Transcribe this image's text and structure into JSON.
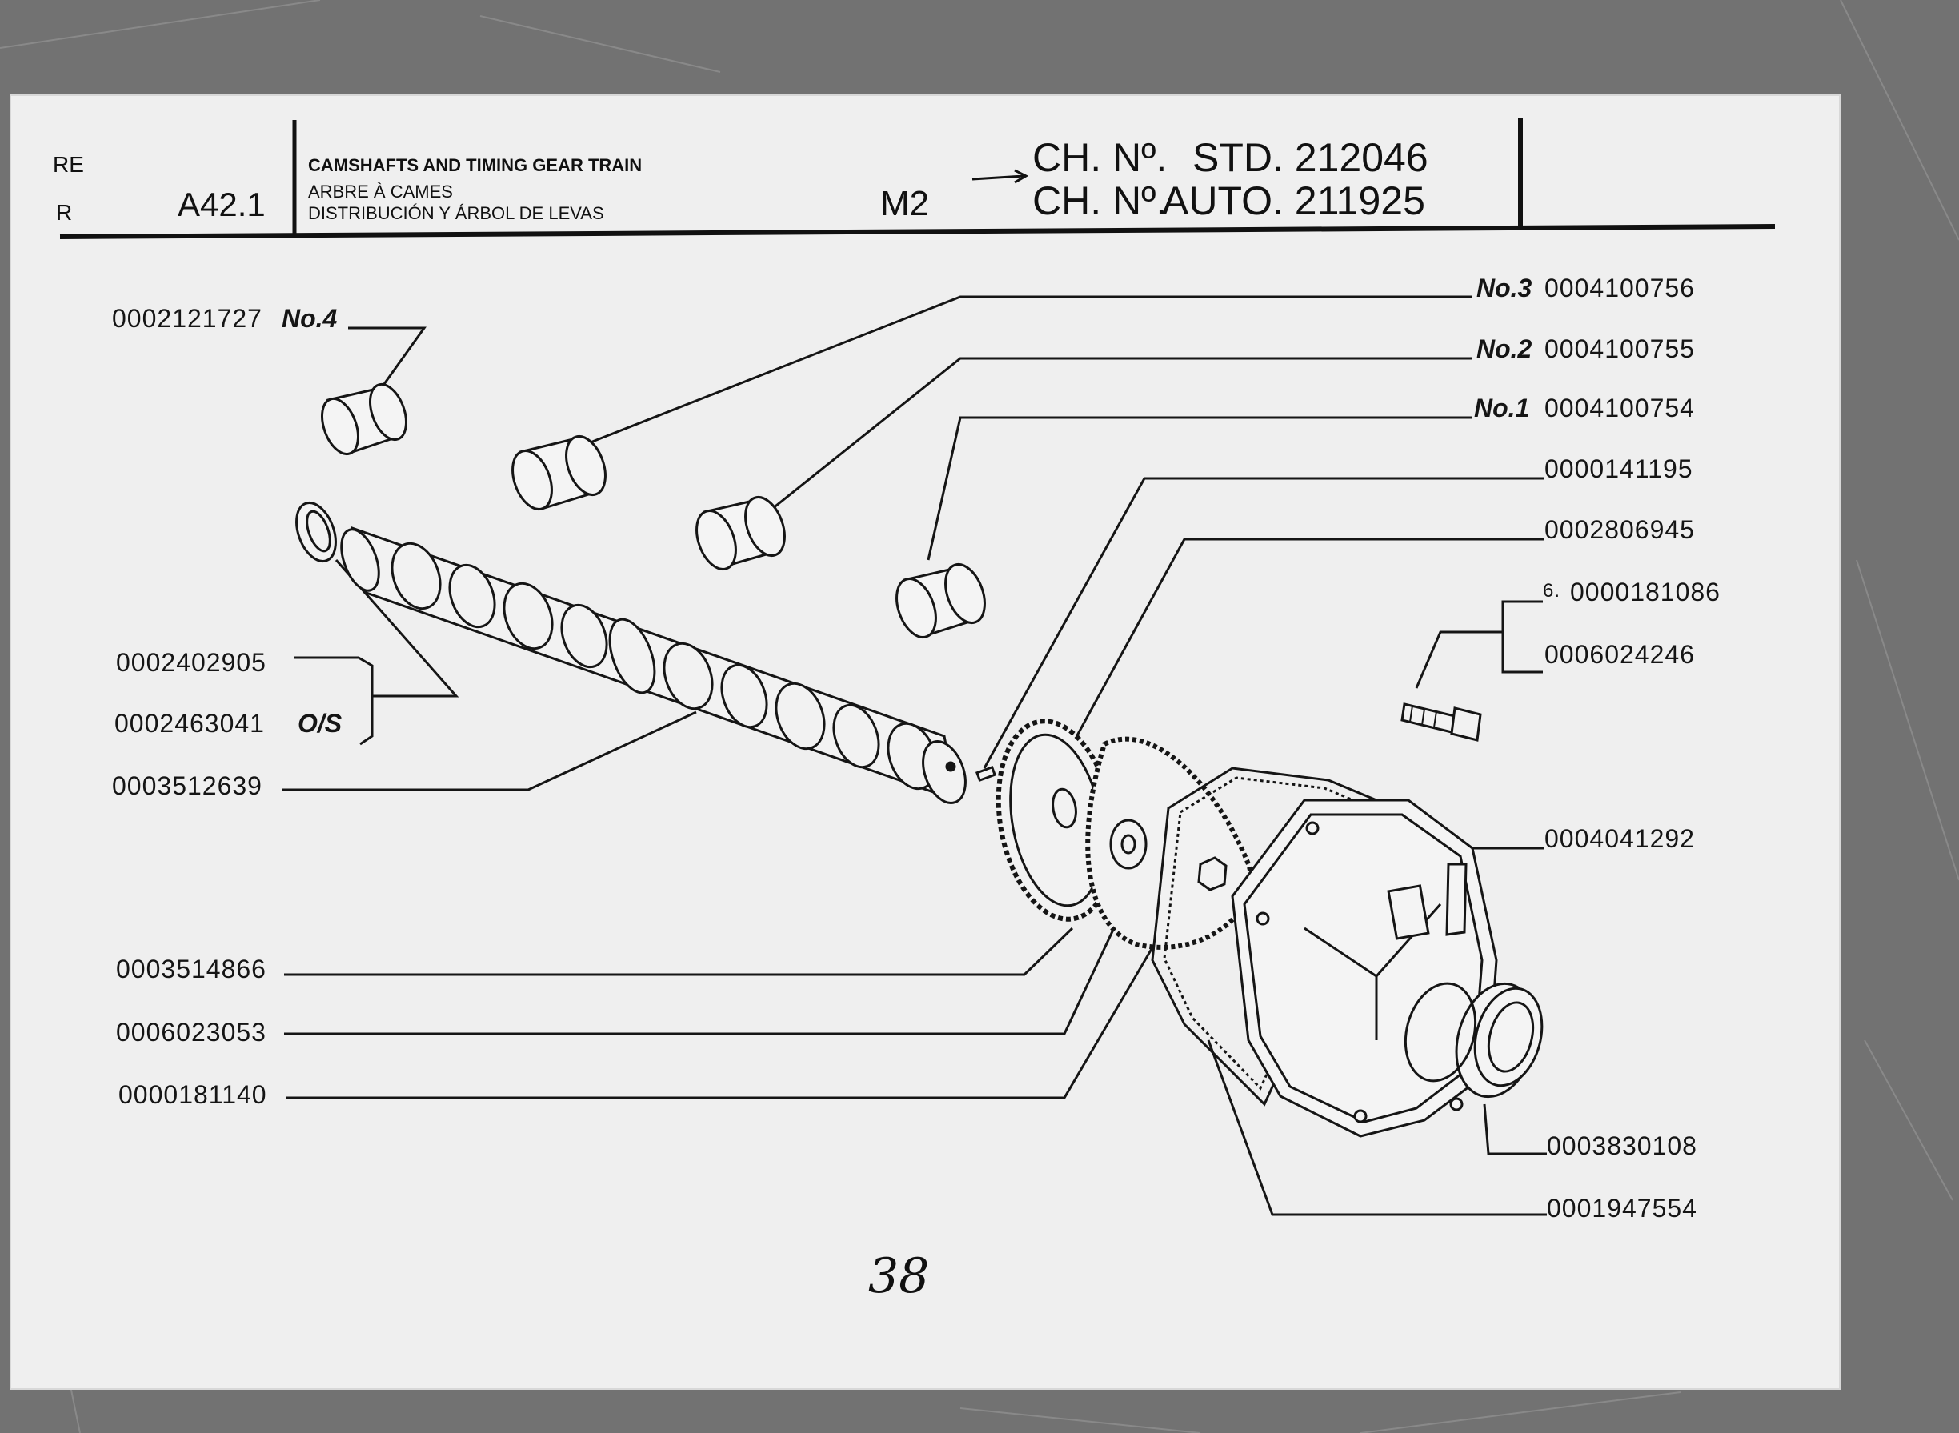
{
  "header": {
    "ref_label": "RE",
    "ref_label_2": "R",
    "ref_code": "A42.1",
    "title_en": "CAMSHAFTS AND TIMING GEAR TRAIN",
    "title_fr": "ARBRE À CAMES",
    "title_es": "DISTRIBUCIÓN Y ÁRBOL DE LEVAS",
    "model": "M2",
    "chassis_std_label": "CH. Nº.",
    "chassis_std_value": "STD. 212046",
    "chassis_auto_label": "CH. Nº.",
    "chassis_auto_value": "AUTO. 211925"
  },
  "parts_left": [
    {
      "number": "0002121727",
      "tag": "No.4"
    },
    {
      "number": "0002402905",
      "tag": ""
    },
    {
      "number": "0002463041",
      "tag": "O/S"
    },
    {
      "number": "0003512639",
      "tag": ""
    },
    {
      "number": "0003514866",
      "tag": ""
    },
    {
      "number": "0006023053",
      "tag": ""
    },
    {
      "number": "0000181140",
      "tag": ""
    }
  ],
  "parts_right": [
    {
      "number": "0004100756",
      "tag": "No.3"
    },
    {
      "number": "0004100755",
      "tag": "No.2"
    },
    {
      "number": "0004100754",
      "tag": "No.1"
    },
    {
      "number": "0000141195",
      "tag": ""
    },
    {
      "number": "0002806945",
      "tag": ""
    },
    {
      "number": "0000181086",
      "tag": "6."
    },
    {
      "number": "0006024246",
      "tag": ""
    },
    {
      "number": "0004041292",
      "tag": ""
    },
    {
      "number": "0003830108",
      "tag": ""
    },
    {
      "number": "0001947554",
      "tag": ""
    }
  ],
  "page_number": "38",
  "colors": {
    "paper": "#efefef",
    "background": "#6f6f6f",
    "ink": "#151515"
  }
}
